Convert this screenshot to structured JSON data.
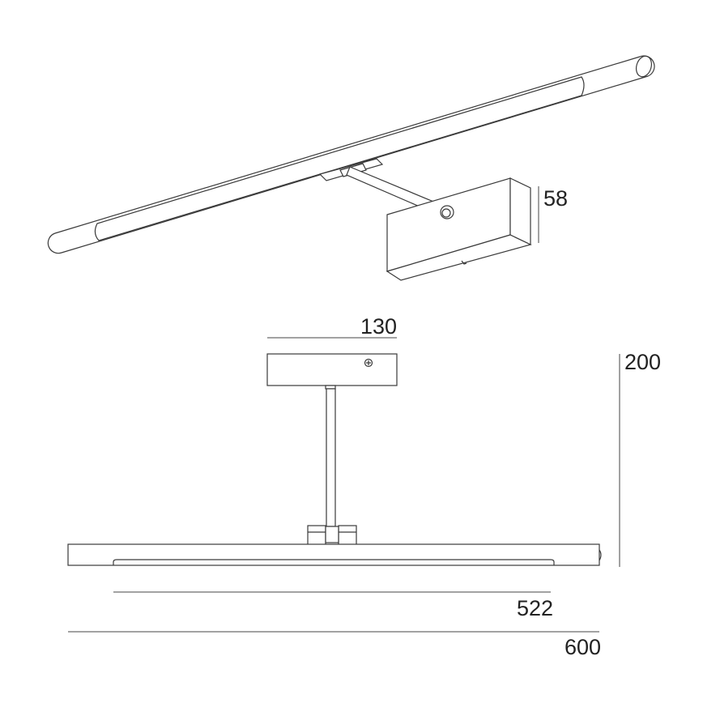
{
  "dimensions": {
    "height_iso": "58",
    "base_width": "130",
    "projection": "200",
    "light_length": "522",
    "total_length": "600"
  },
  "colors": {
    "line": "#3a3a3a",
    "text": "#222222"
  }
}
